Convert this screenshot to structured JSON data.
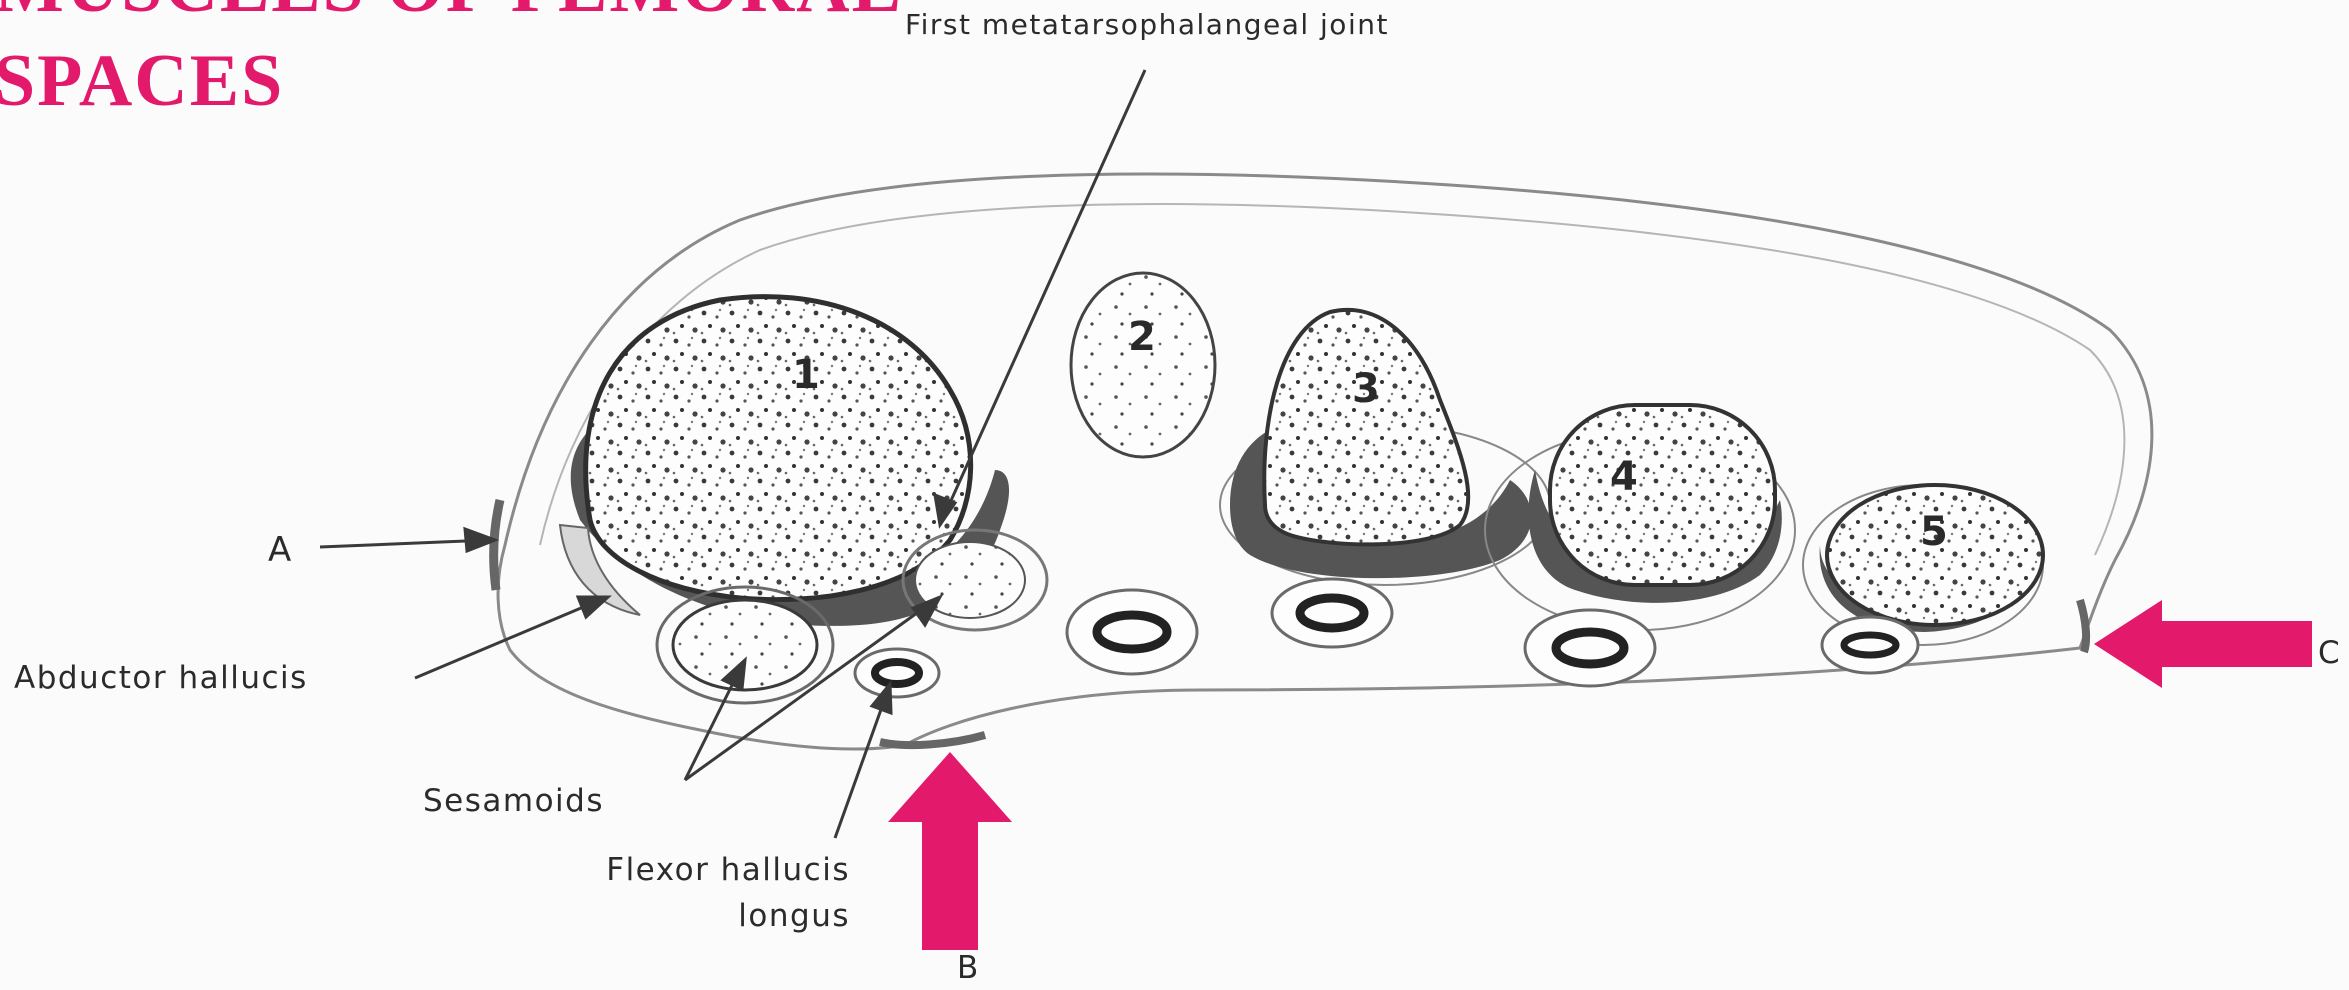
{
  "slide": {
    "title_cut_off": "MUSCLES OF FEMORAL",
    "title": "SPACES"
  },
  "diagram": {
    "labels": {
      "first_mtp_joint": "First metatarsophalangeal joint",
      "a": "A",
      "abductor_hallucis": "Abductor hallucis",
      "sesamoids": "Sesamoids",
      "flexor_hallucis": "Flexor hallucis",
      "longus": "longus",
      "b": "B",
      "c": "C"
    },
    "metatarsal_numbers": [
      "1",
      "2",
      "3",
      "4",
      "5"
    ]
  },
  "colors": {
    "accent": "#e3196c",
    "ink": "#2b2b2b",
    "background": "#fbfbfb"
  }
}
